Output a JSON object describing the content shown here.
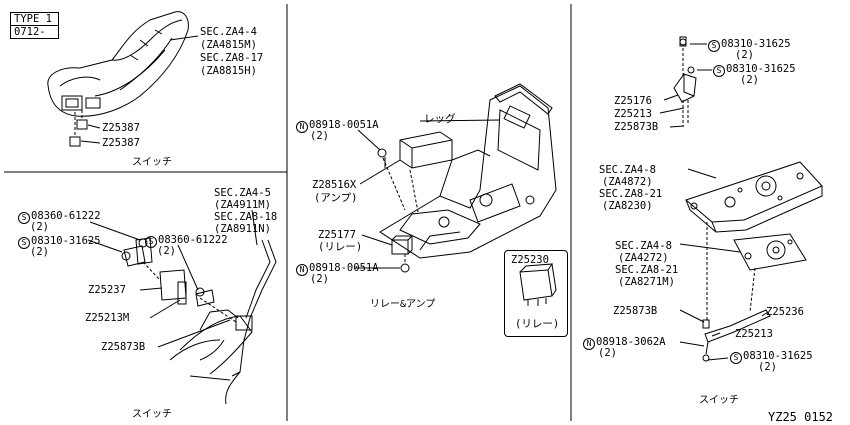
{
  "type_box": {
    "line1": "TYPE 1",
    "line2": "0712-"
  },
  "panel1": {
    "ref1": "SEC.ZA4-4",
    "ref2": "(ZA4815M)",
    "ref3": "SEC.ZA8-17",
    "ref4": "(ZA8815H)",
    "part_a": "Z25387",
    "part_b": "Z25387",
    "caption": "スイッチ"
  },
  "panel2": {
    "ref1": "SEC.ZA4-5",
    "ref2": "(ZA4911M)",
    "ref3": "SEC.ZA8-18",
    "ref4": "(ZA8911N)",
    "s1": "08360-61222",
    "s1q": "(2)",
    "s2": "08310-31625",
    "s2q": "(2)",
    "s3": "08360-61222",
    "s3q": "(2)",
    "p1": "Z25237",
    "p2": "Z25213M",
    "p3": "Z25873B",
    "caption": "スイッチ"
  },
  "panel3": {
    "n1": "08918-0051A",
    "n1q": "(2)",
    "lever": "レッグ",
    "amp": "Z28516X",
    "amp_name": "(アンプ)",
    "relay": "Z25177",
    "relay_name": "(リレー)",
    "n2": "08918-0051A",
    "n2q": "(2)",
    "box_part": "Z25230",
    "box_name": "(リレー)",
    "caption": "リレー&アンプ"
  },
  "panel4": {
    "s1": "08310-31625",
    "s1q": "(2)",
    "s2": "08310-31625",
    "s2q": "(2)",
    "p1": "Z25176",
    "p2": "Z25213",
    "p3": "Z25873B",
    "ref1": "SEC.ZA4-8",
    "ref2": "(ZA4872)",
    "ref3": "SEC.ZA8-21",
    "ref4": "(ZA8230)",
    "ref5": "SEC.ZA4-8",
    "ref6": "(ZA4272)",
    "ref7": "SEC.ZA8-21",
    "ref8": "(ZA8271M)",
    "p4": "Z25873B",
    "p5": "Z25236",
    "n1": "08918-3062A",
    "n1q": "(2)",
    "p6": "Z25213",
    "s3": "08310-31625",
    "s3q": "(2)",
    "caption": "スイッチ"
  },
  "footer_code": "YZ25 0152",
  "circle_s": "S",
  "circle_n": "N"
}
